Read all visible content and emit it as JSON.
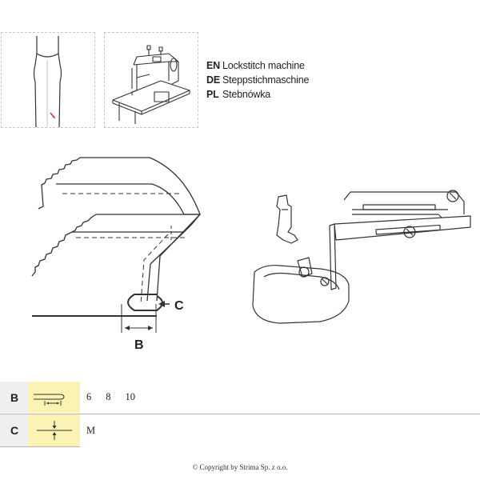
{
  "languages": [
    {
      "code": "EN",
      "text": "Lockstitch machine"
    },
    {
      "code": "DE",
      "text": "Steppstichmaschine"
    },
    {
      "code": "PL",
      "text": "Stebnówka"
    }
  ],
  "diagram": {
    "label_c": "C",
    "label_b": "B"
  },
  "table": {
    "rows": [
      {
        "label": "B",
        "values": [
          "6",
          "8",
          "10"
        ]
      },
      {
        "label": "C",
        "values": [
          "M"
        ]
      }
    ]
  },
  "colors": {
    "accent_red": "#d62a2a",
    "highlight": "#fbf3b4",
    "label_bg": "#efefef"
  },
  "footer": {
    "copyright": "© Copyright by Strima Sp. z o.o."
  }
}
